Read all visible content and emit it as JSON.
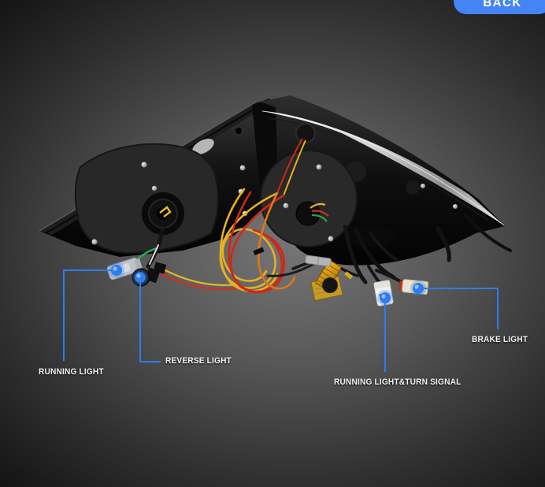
{
  "badge": {
    "label": "BACK"
  },
  "photo": {
    "subject": "rear view of pair of car LED tail lamp assemblies with wiring harnesses, plugs and load resistor"
  },
  "callouts": [
    {
      "id": "running-light",
      "label": "RUNNING LIGHT"
    },
    {
      "id": "reverse-light",
      "label": "REVERSE LIGHT"
    },
    {
      "id": "running-light-turn-signal",
      "label": "RUNNING LIGHT&TURN SIGNAL"
    },
    {
      "id": "brake-light",
      "label": "BRAKE LIGHT"
    }
  ],
  "colors": {
    "accent": "#2f7bf0",
    "badge": "#4484f4",
    "label": "#f2f2f2",
    "background_center": "#767676",
    "background_edge": "#070707",
    "wire_yellow": "#e6b21e",
    "wire_red": "#ce2818",
    "wire_orange": "#df7518",
    "wire_green": "#2fae57",
    "resistor_gold": "#d8a71e"
  }
}
